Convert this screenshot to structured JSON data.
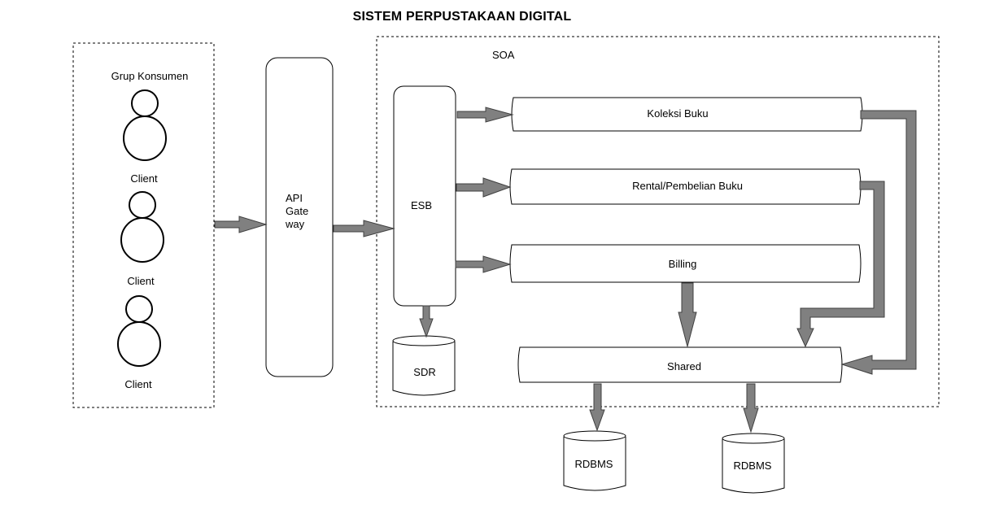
{
  "title": "SISTEM PERPUSTAKAAN DIGITAL",
  "consumers": {
    "group_label": "Grup Konsumen",
    "clients": [
      "Client",
      "Client",
      "Client"
    ]
  },
  "api_gateway": {
    "lines": [
      "API",
      "Gate",
      "way"
    ]
  },
  "soa": {
    "label": "SOA",
    "esb": "ESB",
    "sdr": "SDR",
    "services": [
      "Koleksi Buku",
      "Rental/Pembelian Buku",
      "Billing"
    ],
    "shared": "Shared"
  },
  "databases": [
    "RDBMS",
    "RDBMS"
  ],
  "colors": {
    "arrow_fill": "#808080",
    "stroke": "#000000",
    "background": "#ffffff"
  }
}
